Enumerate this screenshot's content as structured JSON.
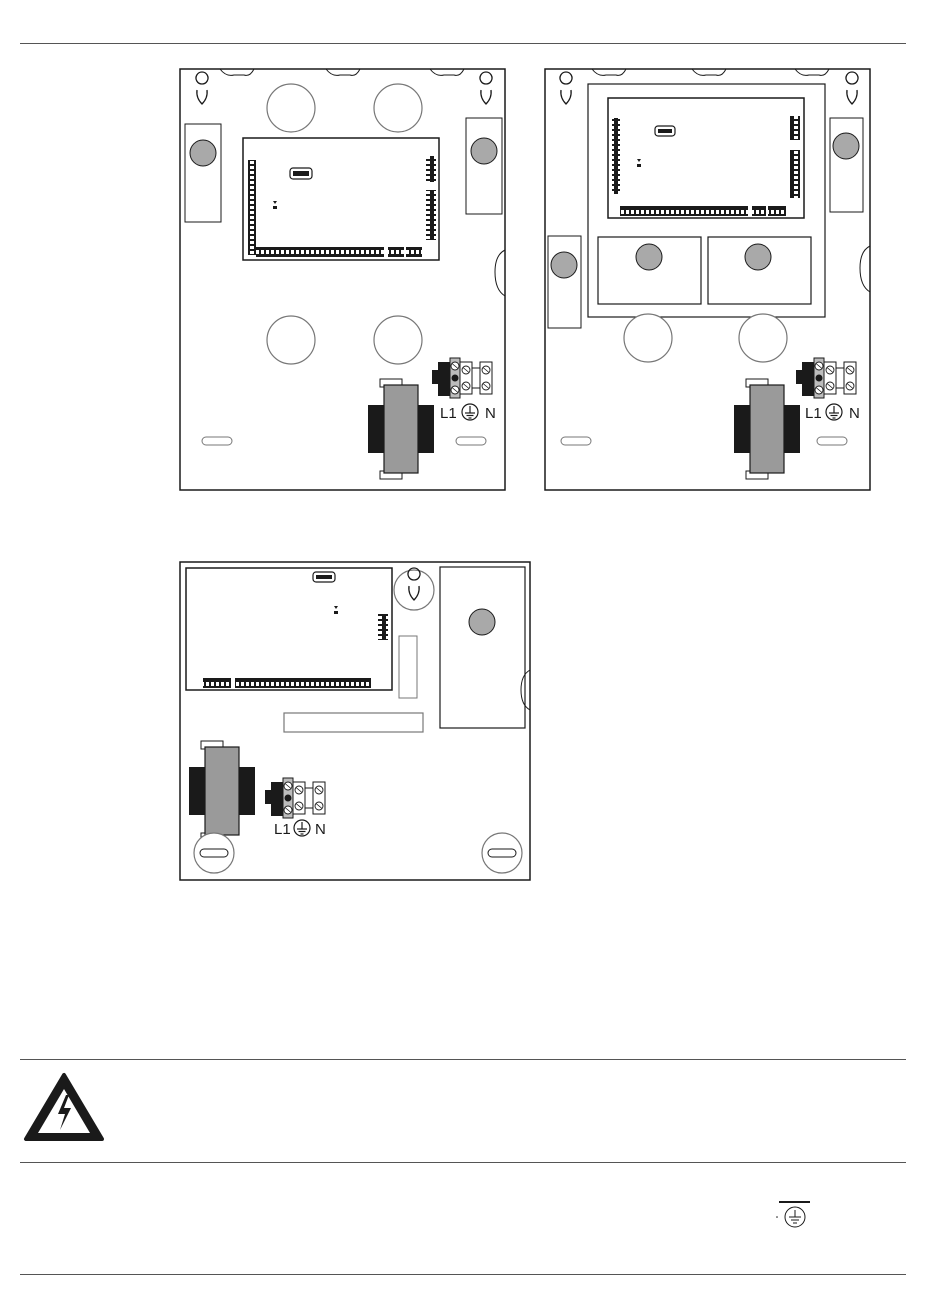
{
  "diagrams": [
    {
      "id": "enclosure-large-single",
      "terminal_labels": {
        "l1": "L1",
        "n": "N"
      }
    },
    {
      "id": "enclosure-large-with-modules",
      "terminal_labels": {
        "l1": "L1",
        "n": "N"
      }
    },
    {
      "id": "enclosure-small",
      "terminal_labels": {
        "l1": "L1",
        "n": "N"
      }
    }
  ],
  "icons": {
    "warning": "high-voltage-warning-icon",
    "ground": "protective-earth-icon"
  },
  "colors": {
    "line": "#1a1a1a",
    "mount_gray": "#a9a9a9",
    "transformer_gray": "#9a9a9a",
    "terminal_gray": "#bdbdbd"
  }
}
